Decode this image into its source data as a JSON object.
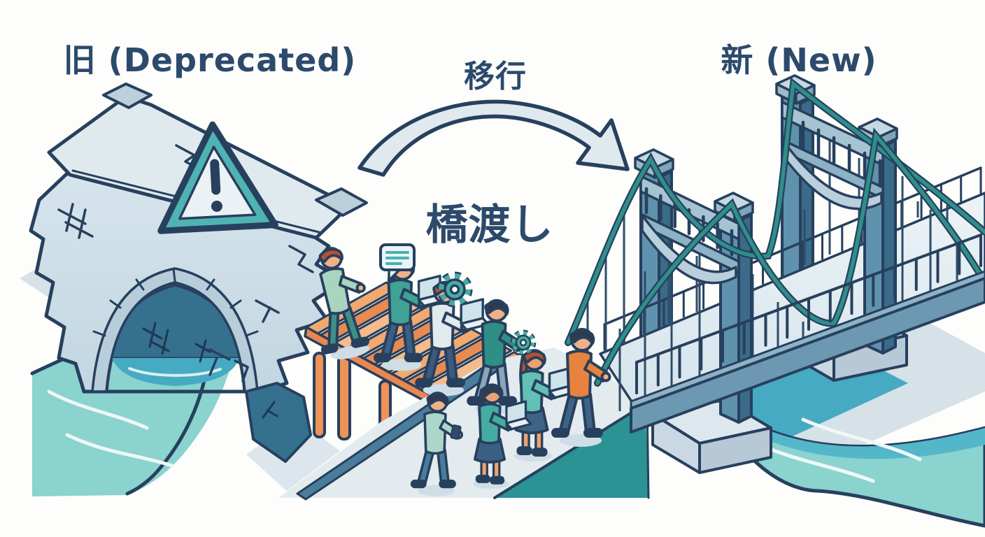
{
  "labels": {
    "old": "旧 (Deprecated)",
    "migration": "移行",
    "bridge_crossing": "橋渡し",
    "new": "新 (New)"
  },
  "palette": {
    "background": "#fdfdfb",
    "outline_navy": "#27405e",
    "label_text": "#2c4a6b",
    "old_stone_light": "#dfe9ee",
    "old_stone_mid": "#c9dbe4",
    "old_stone_dark": "#35708f",
    "warning_teal": "#4fb3b3",
    "arrow_fill": "#dfe9ee",
    "plank_orange": "#f2a96f",
    "plank_orange_deep": "#e78b52",
    "plank_orange_pale": "#f5bb8c",
    "walkway_gray": "#e4ebee",
    "water_light": "#8ad3cf",
    "water_mid": "#45aac2",
    "water_wedge": "#2b9394",
    "steel_blue": "#5f92ad",
    "cable_teal": "#2f8f8a",
    "deck_light": "#e3edf2",
    "shirt_orange": "#e8823f",
    "shirt_teal": "#3fa294",
    "skin": "#f0b089"
  },
  "icons": {
    "warning": "warning-triangle-icon",
    "arrow": "migration-arrow-icon",
    "speech": "speech-bubble-icon",
    "gear": "gear-icon",
    "laptop": "laptop-icon"
  },
  "scene": {
    "people_count": 8
  }
}
